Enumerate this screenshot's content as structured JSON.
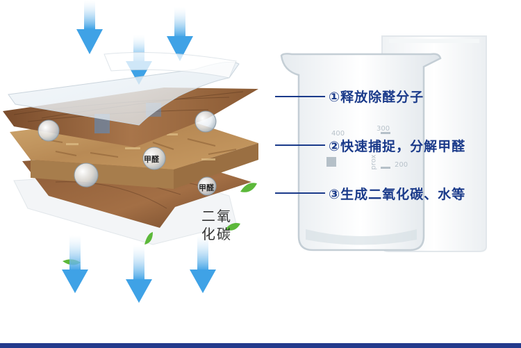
{
  "annotations": [
    {
      "id": "release",
      "text": "①释放除醛分子"
    },
    {
      "id": "capture",
      "text": "②快速捕捉，分解甲醛"
    },
    {
      "id": "produce",
      "text": "③生成二氧化碳、水等"
    }
  ],
  "diagram": {
    "molecule_labels": [
      "甲醛",
      "甲醛"
    ],
    "output_label_line1": "二氧",
    "output_label_line2": "化碳",
    "beaker_marks": {
      "text_400": "400",
      "text_300": "300",
      "text_200": "200",
      "text_prox": "prox"
    }
  },
  "colors": {
    "arrow": "#4aa8e8",
    "label_text": "#1a3a8a",
    "wood_light": "#a57248",
    "wood_dark": "#6e4528",
    "particle_board": "#c8a06a",
    "leaf": "#5cb83a",
    "bottom_bar": "#233a8c"
  }
}
